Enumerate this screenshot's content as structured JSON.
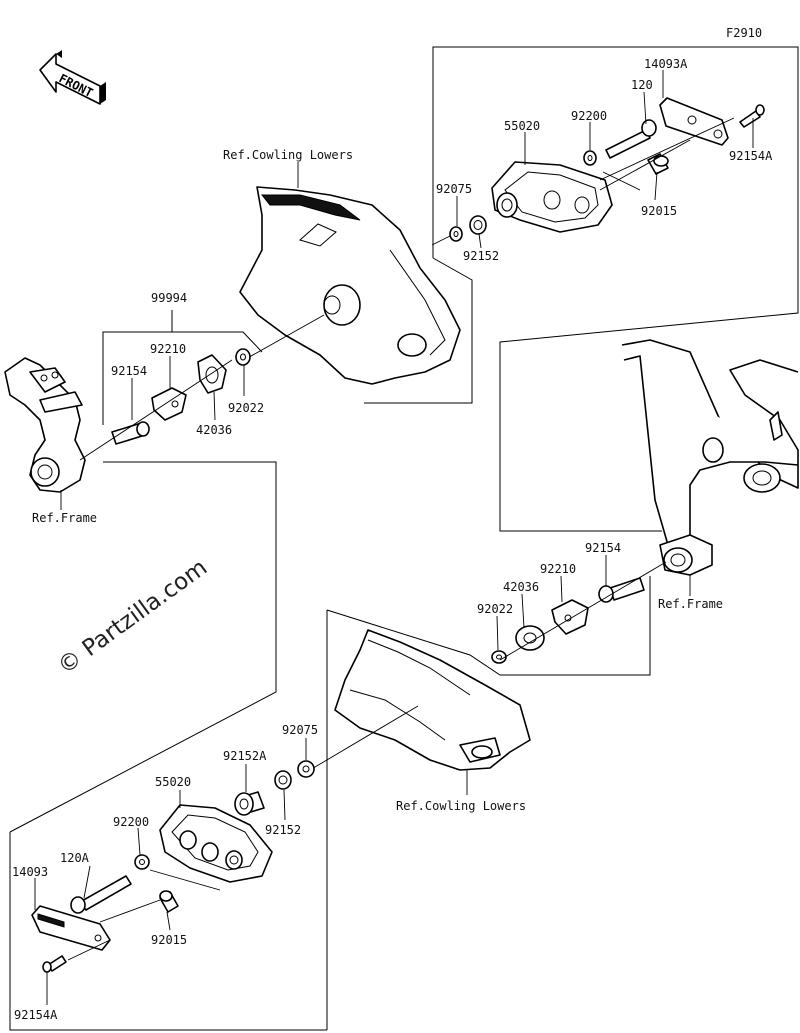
{
  "figure_code": "F2910",
  "front_label": "FRONT",
  "watermark": "© Partzilla.com",
  "labels": {
    "p14093A": "14093A",
    "p120": "120",
    "p55020_top": "55020",
    "p92200_top": "92200",
    "p92154A_top": "92154A",
    "p92075_top": "92075",
    "p92015_top": "92015",
    "p92152_top": "92152",
    "ref_cowling_top": "Ref.Cowling Lowers",
    "p99994": "99994",
    "p92210_left": "92210",
    "p92154_left": "92154",
    "p92022_left": "92022",
    "p42036_left": "42036",
    "ref_frame_left": "Ref.Frame",
    "p92154_right": "92154",
    "p92210_right": "92210",
    "p42036_right": "42036",
    "p92022_right": "92022",
    "ref_frame_right": "Ref.Frame",
    "p92075_bottom": "92075",
    "p92152A": "92152A",
    "p55020_bottom": "55020",
    "p92152_bottom": "92152",
    "p92200_bottom": "92200",
    "p120A": "120A",
    "p14093": "14093",
    "p92015_bottom": "92015",
    "p92154A_bottom": "92154A",
    "ref_cowling_bottom": "Ref.Cowling Lowers"
  }
}
